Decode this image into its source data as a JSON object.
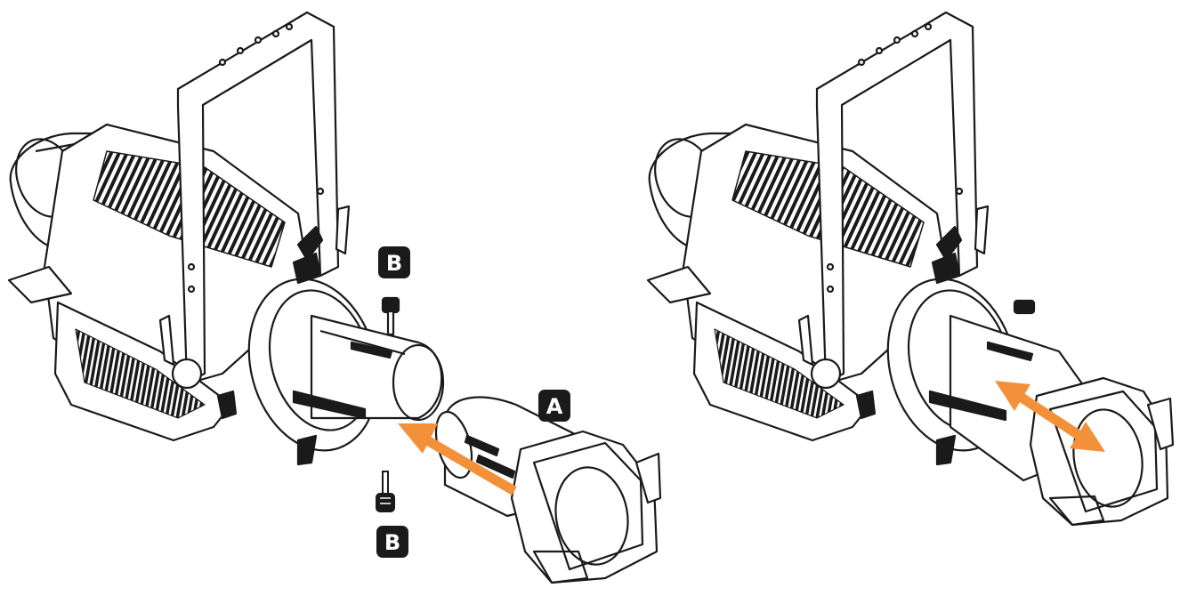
{
  "labels": {
    "badge_b_top": "B",
    "badge_a": "A",
    "badge_b_bottom": "B"
  },
  "figures": [
    {
      "id": "install",
      "arrow": "insert-arrow"
    },
    {
      "id": "adjust",
      "arrow": "double-arrow"
    }
  ],
  "colors": {
    "arrow": "#F3913A",
    "line": "#1a1a1a",
    "badge_bg": "#1a1a1a",
    "badge_text": "#ffffff",
    "fill": "#ffffff",
    "dark_fill": "#1a1a1a"
  }
}
